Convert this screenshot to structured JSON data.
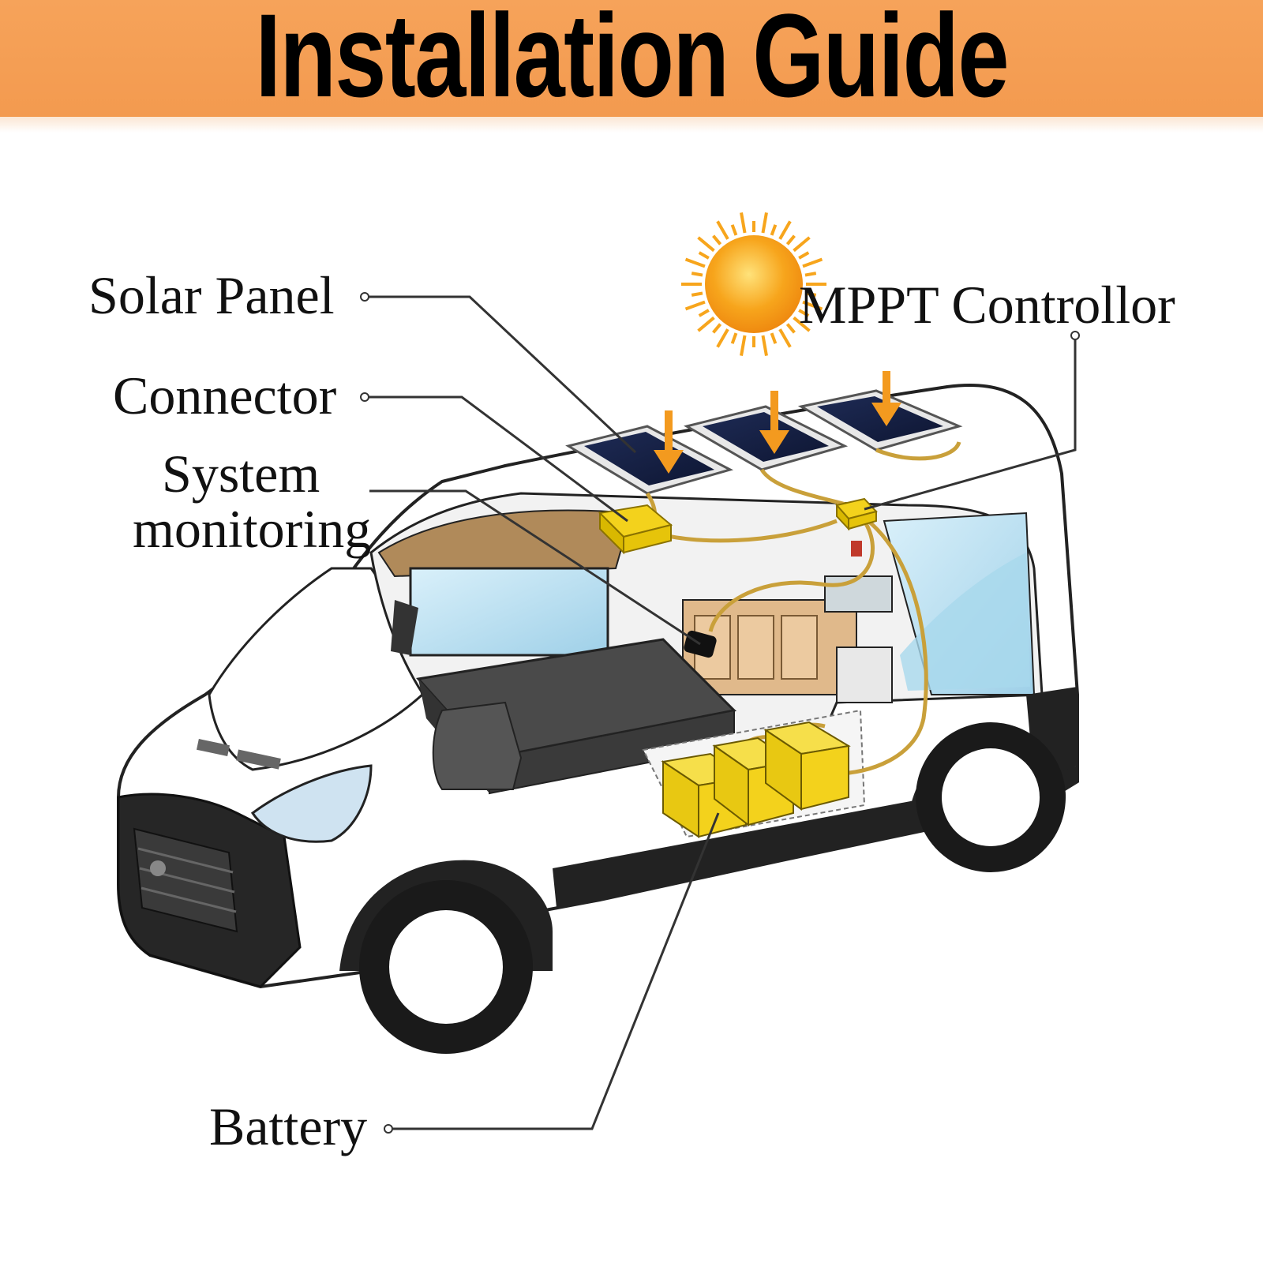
{
  "title": "Installation Guide",
  "labels": {
    "solar_panel": "Solar Panel",
    "connector": "Connector",
    "system_monitoring_line1": "System",
    "system_monitoring_line2": "monitoring",
    "mppt_controller": "MPPT Controllor",
    "battery": "Battery"
  },
  "colors": {
    "banner": "#f39a4f",
    "component_yellow": "#f3d21c",
    "sun": "#f7a51c",
    "van_body": "#ffffff",
    "van_dark": "#222222",
    "glass": "#bfe2f2"
  },
  "icons": {
    "sun": "sun-icon",
    "arrow": "down-arrow-icon"
  }
}
